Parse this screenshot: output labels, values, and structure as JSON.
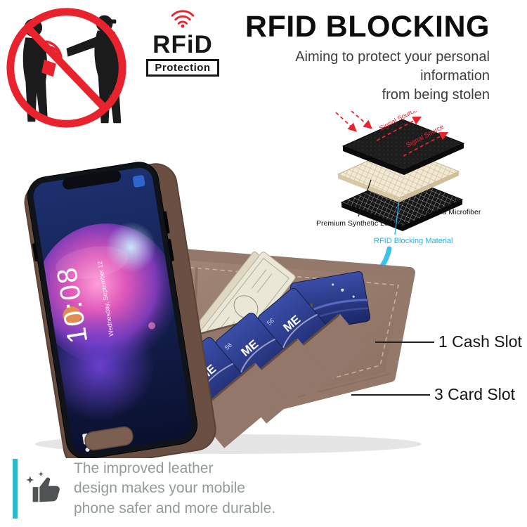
{
  "colors": {
    "accent_red": "#e8232e",
    "accent_cyan": "#2fb9c6",
    "diagram_label_cyan": "#1fb4e6",
    "case_brown": "#94786a",
    "card_blue": "#2c3e99"
  },
  "logo": {
    "title": "RFiD",
    "subtitle": "Protection"
  },
  "headline": {
    "title": "RFID BLOCKING",
    "subtitle_line1": "Aiming to protect your personal information",
    "subtitle_line2": "from being stolen"
  },
  "diagram": {
    "signal_source_1": "Signal Source",
    "signal_source_2": "Signal Source",
    "label_leather": "Premium Synthetic Leather",
    "label_microfiber": "Imitated Microfiber",
    "label_rfid": "RFID Blocking Material"
  },
  "phone": {
    "time": "10:08",
    "date": "Wednesday, September 12"
  },
  "card": {
    "brand": "ME",
    "number": "56"
  },
  "callouts": {
    "cash": "1 Cash Slot",
    "cards": "3 Card Slot"
  },
  "banner": {
    "line1": "The improved leather",
    "line2": "design makes your mobile",
    "line3": "phone safer and more durable."
  }
}
